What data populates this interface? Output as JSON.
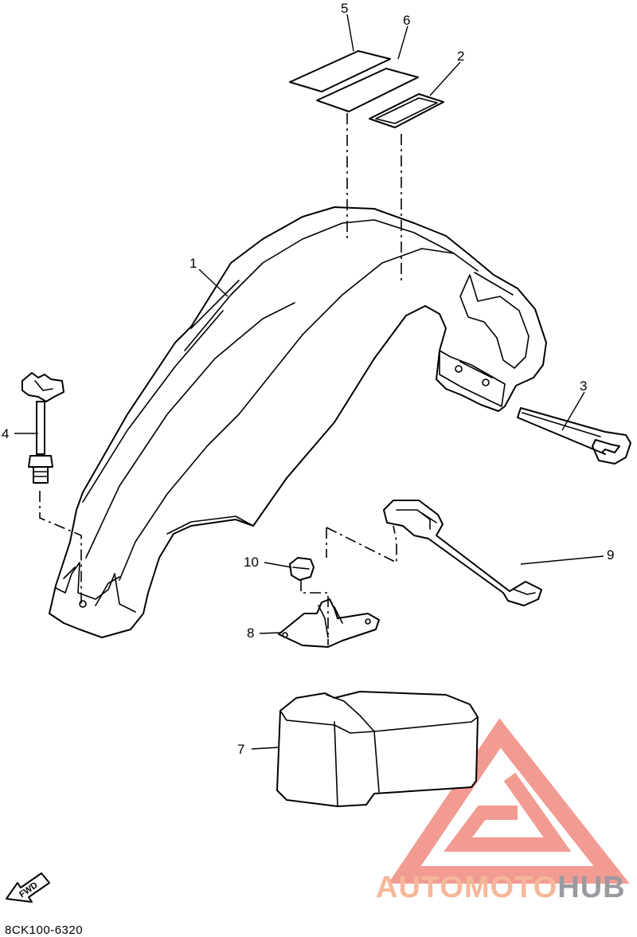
{
  "diagram": {
    "drawing_code": "8CK100-6320",
    "fwd_label": "FWD",
    "callouts": {
      "p1": "1",
      "p2": "2",
      "p3": "3",
      "p4": "4",
      "p5": "5",
      "p6": "6",
      "p7": "7",
      "p8": "8",
      "p9": "9",
      "p10": "10"
    }
  },
  "watermark": {
    "part1": "AUTOMOTO",
    "part2": "HUB",
    "color_primary": "#f5b79a",
    "color_secondary": "#9a9aa0",
    "logo_color": "#f08a80"
  }
}
